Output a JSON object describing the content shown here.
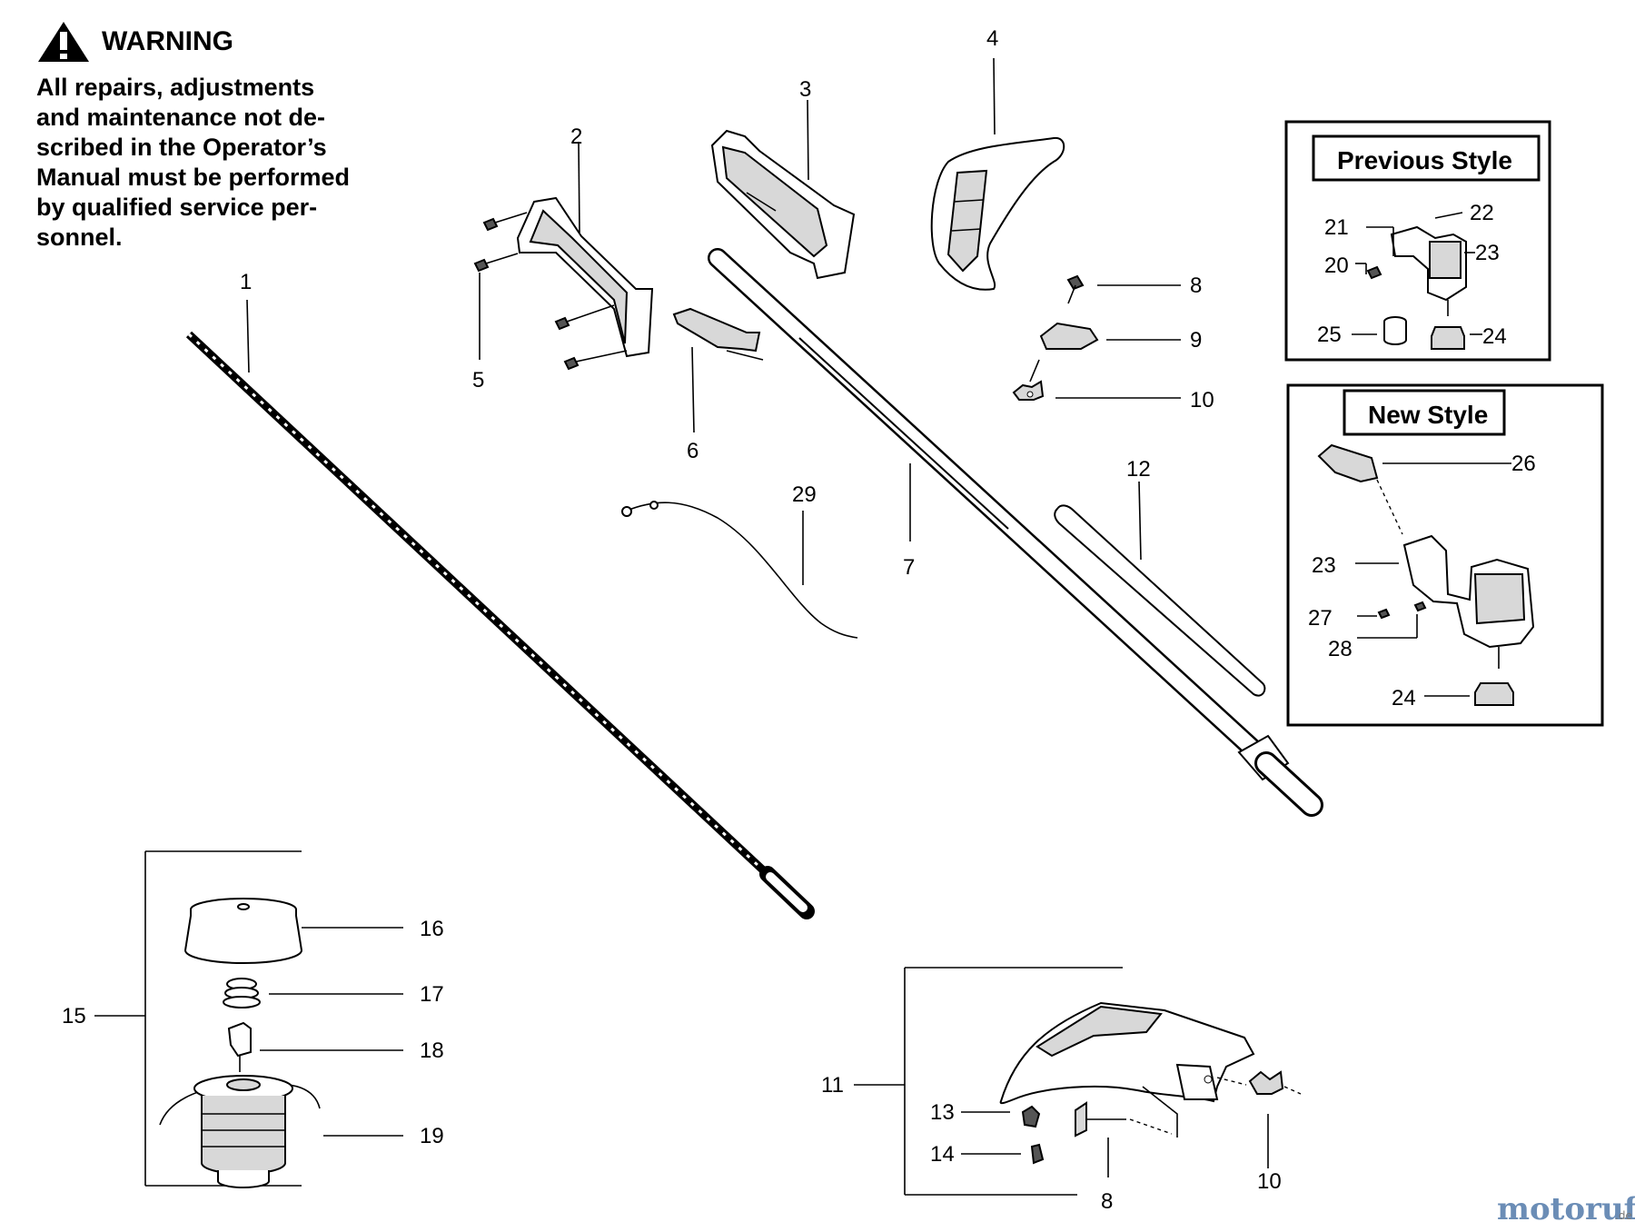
{
  "warning": {
    "heading": "WARNING",
    "lines": [
      "All repairs, adjustments",
      "and maintenance not de-",
      "scribed in the Operator’s",
      "Manual must be performed",
      "by qualified service per-",
      "sonnel."
    ],
    "icon": "warning-triangle-icon"
  },
  "inset_previous": {
    "title": "Previous Style"
  },
  "inset_new": {
    "title": "New Style"
  },
  "callouts": {
    "c1": "1",
    "c2": "2",
    "c3": "3",
    "c4": "4",
    "c5": "5",
    "c6": "6",
    "c7": "7",
    "c8": "8",
    "c9": "9",
    "c10": "10",
    "c11": "11",
    "c12": "12",
    "c13": "13",
    "c14": "14",
    "c15": "15",
    "c16": "16",
    "c17": "17",
    "c18": "18",
    "c19": "19",
    "c29": "29",
    "c8b": "8",
    "c10b": "10",
    "p20": "20",
    "p21": "21",
    "p22": "22",
    "p23": "23",
    "p24": "24",
    "p25": "25",
    "n23": "23",
    "n24": "24",
    "n26": "26",
    "n27": "27",
    "n28": "28"
  },
  "watermark": {
    "brand": "motoruf",
    "suffix": ".de"
  }
}
